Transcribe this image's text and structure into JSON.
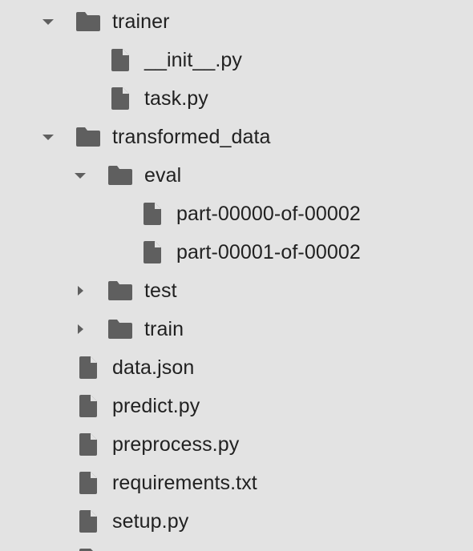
{
  "tree": {
    "trainer": {
      "label": "trainer",
      "children": {
        "init": "__init__.py",
        "task": "task.py"
      }
    },
    "transformed_data": {
      "label": "transformed_data",
      "eval": {
        "label": "eval",
        "children": {
          "part0": "part-00000-of-00002",
          "part1": "part-00001-of-00002"
        }
      },
      "test": "test",
      "train": "train"
    },
    "files": {
      "data_json": "data.json",
      "predict": "predict.py",
      "preprocess": "preprocess.py",
      "requirements": "requirements.txt",
      "setup": "setup.py"
    }
  },
  "icons": {
    "folder": "folder-icon",
    "file": "file-icon",
    "expanded": "caret-down-icon",
    "collapsed": "caret-right-icon"
  },
  "colors": {
    "background": "#e3e3e3",
    "icon": "#5f5f5f",
    "text": "#212121"
  }
}
